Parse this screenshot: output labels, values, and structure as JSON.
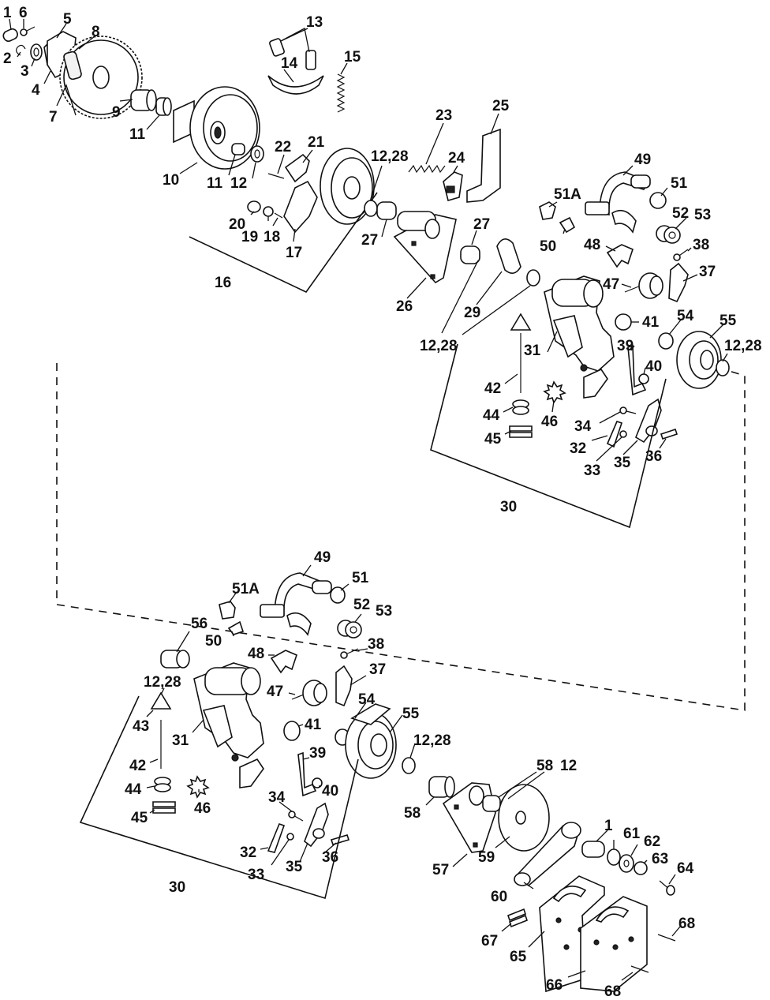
{
  "upper_assembly": {
    "callouts": [
      {
        "id": "c1",
        "text": "1"
      },
      {
        "id": "c6",
        "text": "6"
      },
      {
        "id": "c5",
        "text": "5"
      },
      {
        "id": "c8",
        "text": "8"
      },
      {
        "id": "c2",
        "text": "2"
      },
      {
        "id": "c3",
        "text": "3"
      },
      {
        "id": "c4",
        "text": "4"
      },
      {
        "id": "c7",
        "text": "7"
      },
      {
        "id": "c9",
        "text": "9"
      },
      {
        "id": "c11a",
        "text": "11"
      },
      {
        "id": "c10",
        "text": "10"
      },
      {
        "id": "c11b",
        "text": "11"
      },
      {
        "id": "c12",
        "text": "12"
      },
      {
        "id": "c13",
        "text": "13"
      },
      {
        "id": "c14",
        "text": "14"
      },
      {
        "id": "c15",
        "text": "15"
      },
      {
        "id": "c22",
        "text": "22"
      },
      {
        "id": "c21",
        "text": "21"
      },
      {
        "id": "c20",
        "text": "20"
      },
      {
        "id": "c19",
        "text": "19"
      },
      {
        "id": "c18",
        "text": "18"
      },
      {
        "id": "c17",
        "text": "17"
      },
      {
        "id": "c16",
        "text": "16"
      },
      {
        "id": "c1228a",
        "text": "12,28"
      },
      {
        "id": "c23",
        "text": "23"
      },
      {
        "id": "c24",
        "text": "24"
      },
      {
        "id": "c25",
        "text": "25"
      },
      {
        "id": "c27a",
        "text": "27"
      },
      {
        "id": "c27b",
        "text": "27"
      },
      {
        "id": "c26",
        "text": "26"
      },
      {
        "id": "c29",
        "text": "29"
      },
      {
        "id": "c1228b",
        "text": "12,28"
      },
      {
        "id": "c49",
        "text": "49"
      },
      {
        "id": "c51",
        "text": "51"
      },
      {
        "id": "c51A",
        "text": "51A"
      },
      {
        "id": "c52",
        "text": "52"
      },
      {
        "id": "c53",
        "text": "53"
      },
      {
        "id": "c50",
        "text": "50"
      },
      {
        "id": "c48",
        "text": "48"
      },
      {
        "id": "c38",
        "text": "38"
      },
      {
        "id": "c37",
        "text": "37"
      },
      {
        "id": "c47",
        "text": "47"
      },
      {
        "id": "c41",
        "text": "41"
      },
      {
        "id": "c54",
        "text": "54"
      },
      {
        "id": "c55",
        "text": "55"
      },
      {
        "id": "c1228c",
        "text": "12,28"
      },
      {
        "id": "c31",
        "text": "31"
      },
      {
        "id": "c39",
        "text": "39"
      },
      {
        "id": "c40",
        "text": "40"
      },
      {
        "id": "c42",
        "text": "42"
      },
      {
        "id": "c44",
        "text": "44"
      },
      {
        "id": "c46",
        "text": "46"
      },
      {
        "id": "c45",
        "text": "45"
      },
      {
        "id": "c34",
        "text": "34"
      },
      {
        "id": "c32",
        "text": "32"
      },
      {
        "id": "c33",
        "text": "33"
      },
      {
        "id": "c35",
        "text": "35"
      },
      {
        "id": "c36",
        "text": "36"
      },
      {
        "id": "c30",
        "text": "30"
      }
    ]
  },
  "lower_assembly": {
    "callouts": [
      {
        "id": "d49",
        "text": "49"
      },
      {
        "id": "d51A",
        "text": "51A"
      },
      {
        "id": "d51",
        "text": "51"
      },
      {
        "id": "d52",
        "text": "52"
      },
      {
        "id": "d53",
        "text": "53"
      },
      {
        "id": "d56",
        "text": "56"
      },
      {
        "id": "d50",
        "text": "50"
      },
      {
        "id": "d38",
        "text": "38"
      },
      {
        "id": "d48",
        "text": "48"
      },
      {
        "id": "d37",
        "text": "37"
      },
      {
        "id": "d1228a",
        "text": "12,28"
      },
      {
        "id": "d47",
        "text": "47"
      },
      {
        "id": "d43",
        "text": "43"
      },
      {
        "id": "d31",
        "text": "31"
      },
      {
        "id": "d54",
        "text": "54"
      },
      {
        "id": "d55",
        "text": "55"
      },
      {
        "id": "d41",
        "text": "41"
      },
      {
        "id": "d1228b",
        "text": "12,28"
      },
      {
        "id": "d42",
        "text": "42"
      },
      {
        "id": "d39",
        "text": "39"
      },
      {
        "id": "d40",
        "text": "40"
      },
      {
        "id": "d44",
        "text": "44"
      },
      {
        "id": "d46",
        "text": "46"
      },
      {
        "id": "d58a",
        "text": "58"
      },
      {
        "id": "d12",
        "text": "12"
      },
      {
        "id": "d58b",
        "text": "58"
      },
      {
        "id": "d34",
        "text": "34"
      },
      {
        "id": "d45",
        "text": "45"
      },
      {
        "id": "d1",
        "text": "1"
      },
      {
        "id": "d61",
        "text": "61"
      },
      {
        "id": "d62",
        "text": "62"
      },
      {
        "id": "d32",
        "text": "32"
      },
      {
        "id": "d63",
        "text": "63"
      },
      {
        "id": "d64",
        "text": "64"
      },
      {
        "id": "d33",
        "text": "33"
      },
      {
        "id": "d35",
        "text": "35"
      },
      {
        "id": "d36",
        "text": "36"
      },
      {
        "id": "d57",
        "text": "57"
      },
      {
        "id": "d59",
        "text": "59"
      },
      {
        "id": "d30",
        "text": "30"
      },
      {
        "id": "d60",
        "text": "60"
      },
      {
        "id": "d67",
        "text": "67"
      },
      {
        "id": "d65",
        "text": "65"
      },
      {
        "id": "d68a",
        "text": "68"
      },
      {
        "id": "d66",
        "text": "66"
      },
      {
        "id": "d68b",
        "text": "68"
      }
    ]
  }
}
